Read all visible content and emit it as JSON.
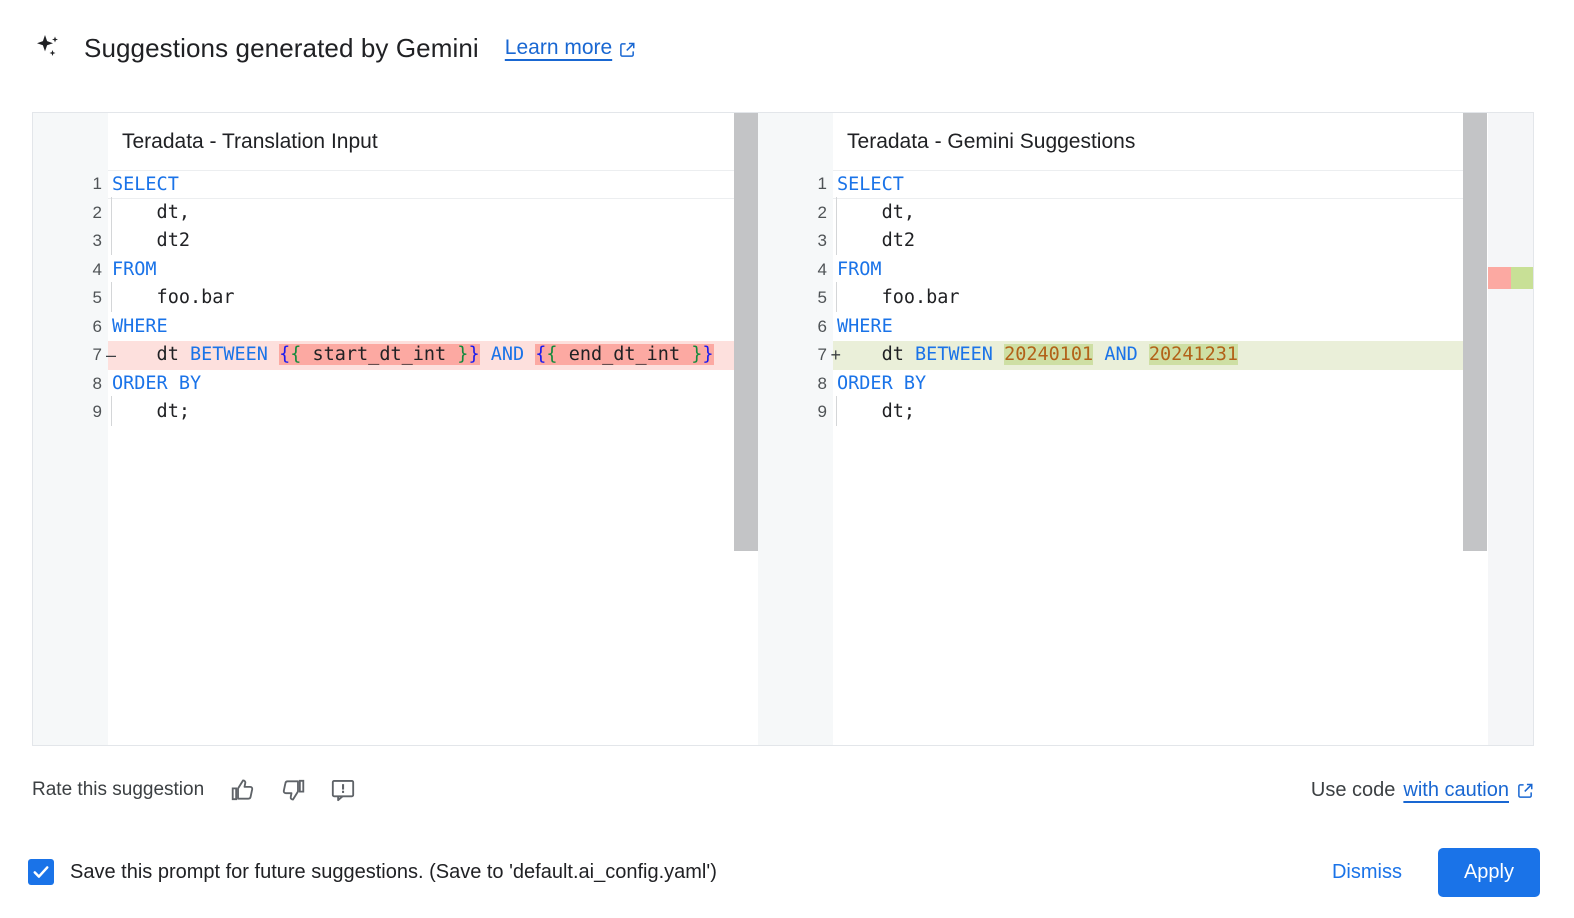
{
  "header": {
    "icon": "sparkle-icon",
    "title": "Suggestions generated by Gemini",
    "learn_more": "Learn more",
    "external_icon": "external-link-icon"
  },
  "colors": {
    "accent_blue": "#1a73e8",
    "link_blue": "#1967d2",
    "keyword_blue": "#1a73e8",
    "number_orange": "#b26218",
    "delete_bg": "#fde0dd",
    "delete_hl": "#fca9a2",
    "insert_bg": "#eaefd9",
    "insert_hl": "#cedfa4",
    "gutter_bg": "#f6f8f9",
    "scrollbar": "#c3c4c6"
  },
  "diff": {
    "left_pane": {
      "title": "Teradata - Translation Input",
      "lines": [
        {
          "n": "1",
          "sign": "",
          "current": true,
          "indent": false,
          "tokens": [
            {
              "t": "SELECT",
              "c": "kw"
            }
          ]
        },
        {
          "n": "2",
          "sign": "",
          "current": false,
          "indent": true,
          "tokens": [
            {
              "t": "    dt,",
              "c": ""
            }
          ]
        },
        {
          "n": "3",
          "sign": "",
          "current": false,
          "indent": true,
          "tokens": [
            {
              "t": "    dt2",
              "c": ""
            }
          ]
        },
        {
          "n": "4",
          "sign": "",
          "current": false,
          "indent": false,
          "tokens": [
            {
              "t": "FROM",
              "c": "kw"
            }
          ]
        },
        {
          "n": "5",
          "sign": "",
          "current": false,
          "indent": true,
          "tokens": [
            {
              "t": "    foo.bar",
              "c": ""
            }
          ]
        },
        {
          "n": "6",
          "sign": "",
          "current": false,
          "indent": false,
          "tokens": [
            {
              "t": "WHERE",
              "c": "kw"
            }
          ]
        },
        {
          "n": "7",
          "sign": "–",
          "current": false,
          "indent": false,
          "row": "del",
          "tokens": [
            {
              "t": "    dt ",
              "c": ""
            },
            {
              "t": "BETWEEN",
              "c": "kw"
            },
            {
              "t": " ",
              "c": ""
            },
            {
              "t": "{",
              "c": "br",
              "hl": "del"
            },
            {
              "t": "{",
              "c": "brg",
              "hl": "del"
            },
            {
              "t": " start_dt_int ",
              "c": "",
              "hl": "del"
            },
            {
              "t": "}",
              "c": "brg",
              "hl": "del"
            },
            {
              "t": "}",
              "c": "br",
              "hl": "del"
            },
            {
              "t": " ",
              "c": ""
            },
            {
              "t": "AND",
              "c": "kw"
            },
            {
              "t": " ",
              "c": ""
            },
            {
              "t": "{",
              "c": "br",
              "hl": "del"
            },
            {
              "t": "{",
              "c": "brg",
              "hl": "del"
            },
            {
              "t": " end_dt_int ",
              "c": "",
              "hl": "del"
            },
            {
              "t": "}",
              "c": "brg",
              "hl": "del"
            },
            {
              "t": "}",
              "c": "br",
              "hl": "del"
            }
          ]
        },
        {
          "n": "8",
          "sign": "",
          "current": false,
          "indent": false,
          "tokens": [
            {
              "t": "ORDER BY",
              "c": "kw"
            }
          ]
        },
        {
          "n": "9",
          "sign": "",
          "current": false,
          "indent": true,
          "tokens": [
            {
              "t": "    dt;",
              "c": ""
            }
          ]
        }
      ]
    },
    "right_pane": {
      "title": "Teradata - Gemini Suggestions",
      "lines": [
        {
          "n": "1",
          "sign": "",
          "current": true,
          "indent": false,
          "tokens": [
            {
              "t": "SELECT",
              "c": "kw"
            }
          ]
        },
        {
          "n": "2",
          "sign": "",
          "current": false,
          "indent": true,
          "tokens": [
            {
              "t": "    dt,",
              "c": ""
            }
          ]
        },
        {
          "n": "3",
          "sign": "",
          "current": false,
          "indent": true,
          "tokens": [
            {
              "t": "    dt2",
              "c": ""
            }
          ]
        },
        {
          "n": "4",
          "sign": "",
          "current": false,
          "indent": false,
          "tokens": [
            {
              "t": "FROM",
              "c": "kw"
            }
          ]
        },
        {
          "n": "5",
          "sign": "",
          "current": false,
          "indent": true,
          "tokens": [
            {
              "t": "    foo.bar",
              "c": ""
            }
          ]
        },
        {
          "n": "6",
          "sign": "",
          "current": false,
          "indent": false,
          "tokens": [
            {
              "t": "WHERE",
              "c": "kw"
            }
          ]
        },
        {
          "n": "7",
          "sign": "+",
          "current": false,
          "indent": false,
          "row": "ins",
          "tokens": [
            {
              "t": "    dt ",
              "c": ""
            },
            {
              "t": "BETWEEN",
              "c": "kw"
            },
            {
              "t": " ",
              "c": ""
            },
            {
              "t": "20240101",
              "c": "num",
              "hl": "ins"
            },
            {
              "t": " ",
              "c": ""
            },
            {
              "t": "AND",
              "c": "kw"
            },
            {
              "t": " ",
              "c": ""
            },
            {
              "t": "20241231",
              "c": "num",
              "hl": "ins"
            }
          ]
        },
        {
          "n": "8",
          "sign": "",
          "current": false,
          "indent": false,
          "tokens": [
            {
              "t": "ORDER BY",
              "c": "kw"
            }
          ]
        },
        {
          "n": "9",
          "sign": "",
          "current": false,
          "indent": true,
          "tokens": [
            {
              "t": "    dt;",
              "c": ""
            }
          ]
        }
      ]
    }
  },
  "rate": {
    "label": "Rate this suggestion",
    "thumb_up": "thumb-up-icon",
    "thumb_down": "thumb-down-icon",
    "report": "report-feedback-icon"
  },
  "use_code": {
    "prefix": "Use code",
    "link": "with caution",
    "external_icon": "external-link-icon"
  },
  "footer": {
    "checkbox_checked": true,
    "checkbox_label": "Save this prompt for future suggestions. (Save to 'default.ai_config.yaml')",
    "dismiss_label": "Dismiss",
    "apply_label": "Apply"
  }
}
